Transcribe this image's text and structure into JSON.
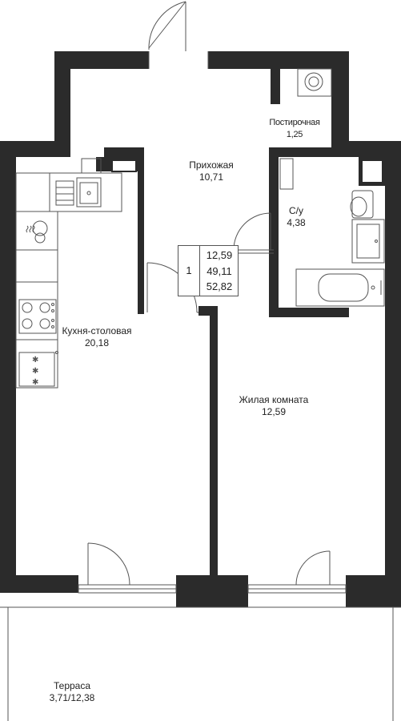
{
  "rooms": {
    "hallway": {
      "name": "Прихожая",
      "area": "10,71"
    },
    "laundry": {
      "name": "Постирочная",
      "area": "1,25"
    },
    "bathroom": {
      "name": "С/у",
      "area": "4,38"
    },
    "kitchen": {
      "name": "Кухня-столовая",
      "area": "20,18"
    },
    "living": {
      "name": "Жилая комната",
      "area": "12,59"
    },
    "terrace": {
      "name": "Терраса",
      "area": "3,71/12,38"
    }
  },
  "summary": {
    "rooms_count": "1",
    "living_area": "12,59",
    "total_area": "49,11",
    "total_with_terrace": "52,82"
  },
  "colors": {
    "wall": "#2b2b2b",
    "line": "#555555",
    "background": "#ffffff"
  }
}
